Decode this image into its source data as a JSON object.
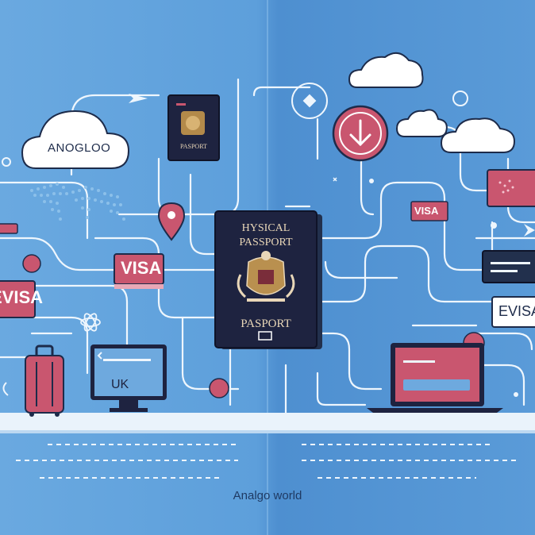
{
  "labels": {
    "cloud_text": "ANOGLOO",
    "small_passport_text": "PASPORT",
    "passport_line1": "HYSICAL",
    "passport_line2": "PASSPORT",
    "passport_bottom": "PASPORT",
    "visa_left_tag": "VISA",
    "visa_edge_tag": "EVISA",
    "visa_right_tag": "VISA",
    "evisa_right_tag": "EVISA",
    "monitor_text": "UK",
    "caption": "Analgo world"
  },
  "colors": {
    "background": "#5d9fdb",
    "line": "#e9f3fb",
    "pink": "#c9566f",
    "navy": "#1e2340",
    "dark": "#22304d"
  }
}
